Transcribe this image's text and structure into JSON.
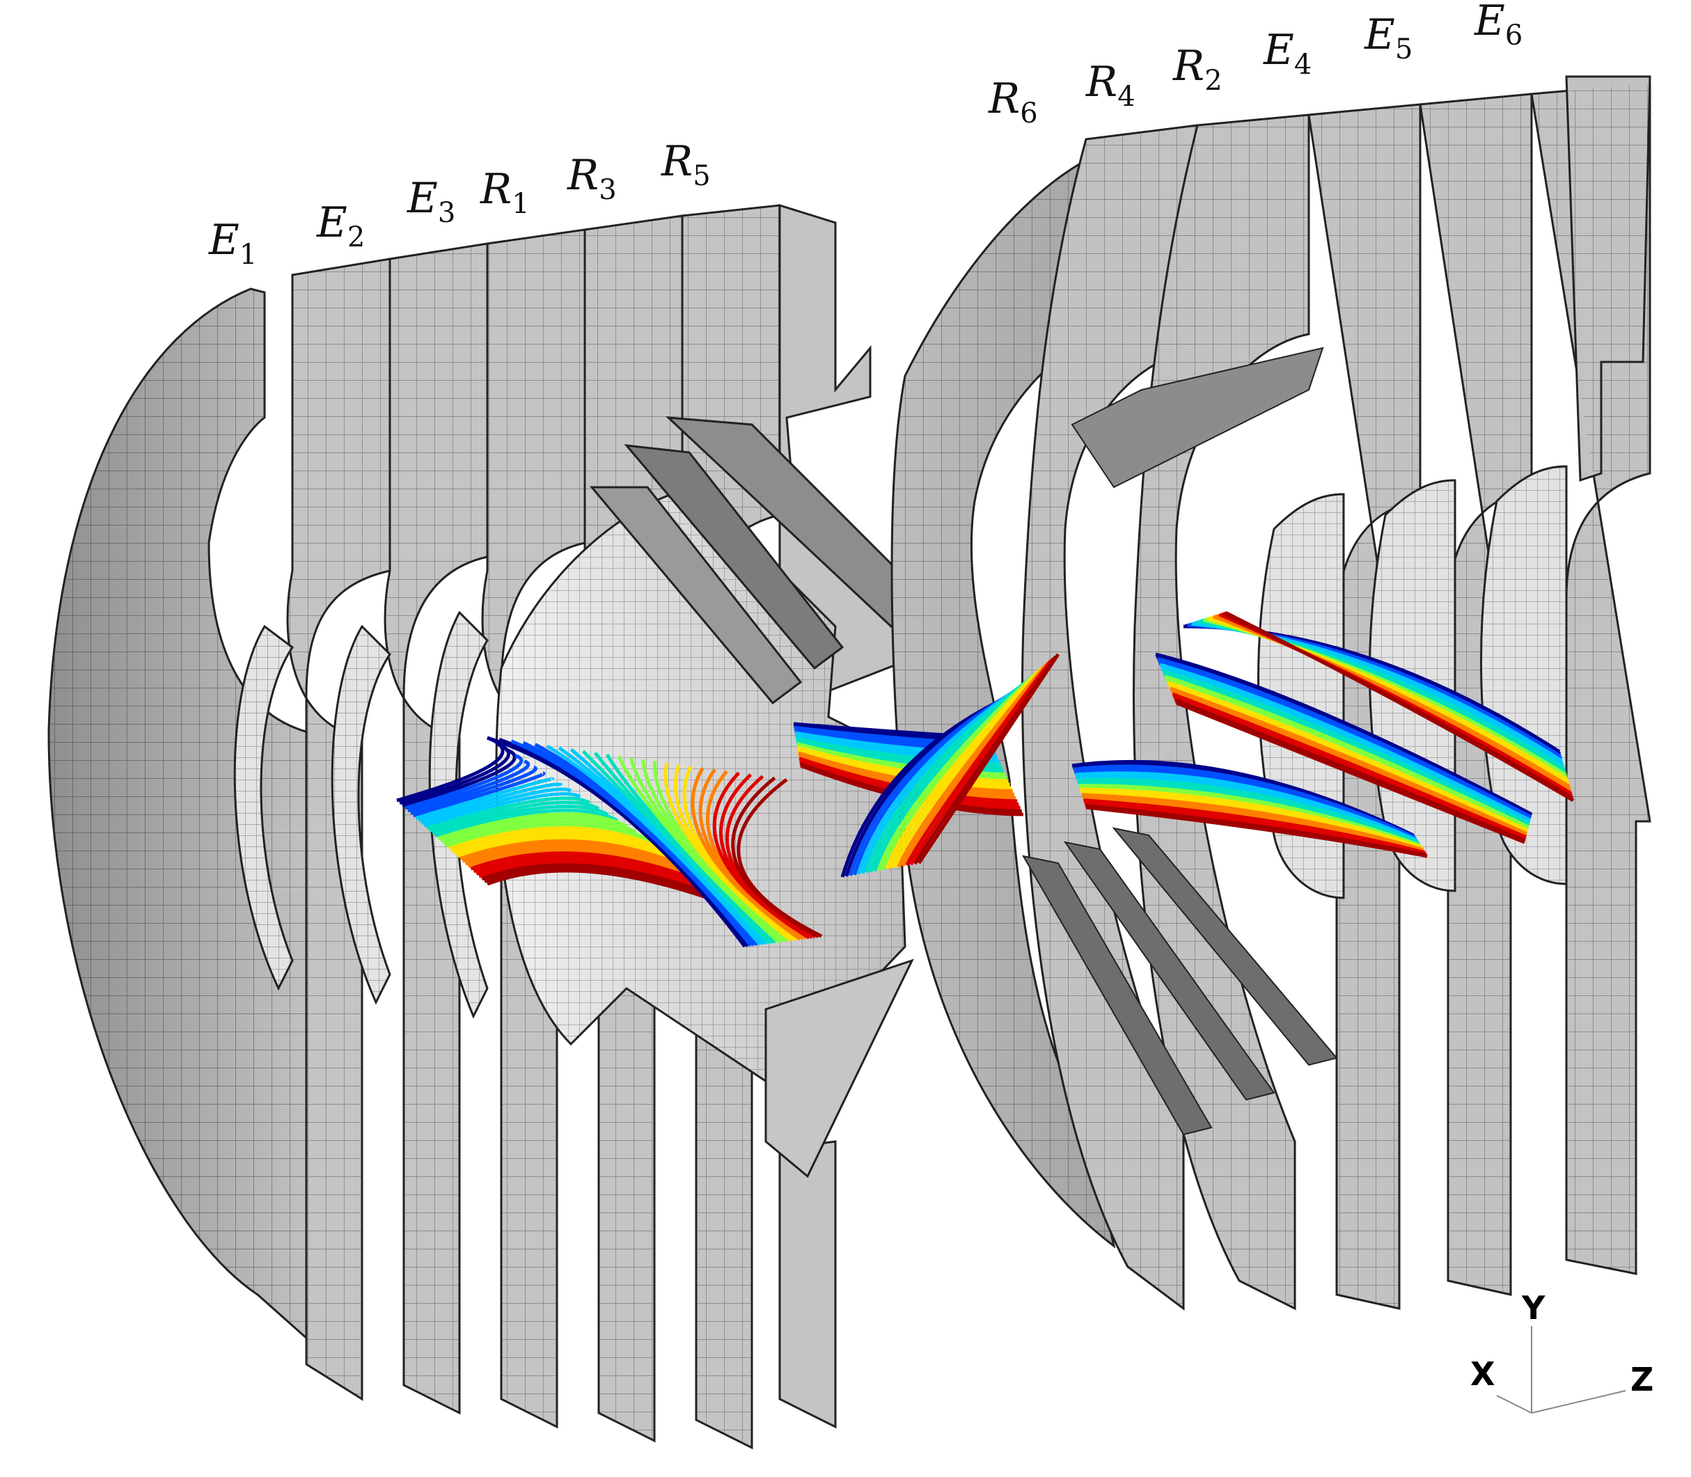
{
  "labels": {
    "left": [
      {
        "var": "E",
        "sub": "1"
      },
      {
        "var": "E",
        "sub": "2"
      },
      {
        "var": "E",
        "sub": "3"
      },
      {
        "var": "R",
        "sub": "1"
      },
      {
        "var": "R",
        "sub": "3"
      },
      {
        "var": "R",
        "sub": "5"
      }
    ],
    "right": [
      {
        "var": "R",
        "sub": "6"
      },
      {
        "var": "R",
        "sub": "4"
      },
      {
        "var": "R",
        "sub": "2"
      },
      {
        "var": "E",
        "sub": "4"
      },
      {
        "var": "E",
        "sub": "5"
      },
      {
        "var": "E",
        "sub": "6"
      }
    ]
  },
  "axes": {
    "x": "X",
    "y": "Y",
    "z": "Z"
  },
  "colors": {
    "mesh_fill": "#c8c8c8",
    "mesh_dark": "#8a8a8a",
    "mesh_light": "#e6e6e6",
    "grid_line": "#2a2a2a",
    "streamline_colormap": [
      "#00008b",
      "#0050ff",
      "#00c8ff",
      "#00e0c0",
      "#80ff40",
      "#ffe000",
      "#ff8000",
      "#e00000",
      "#a00000"
    ]
  }
}
